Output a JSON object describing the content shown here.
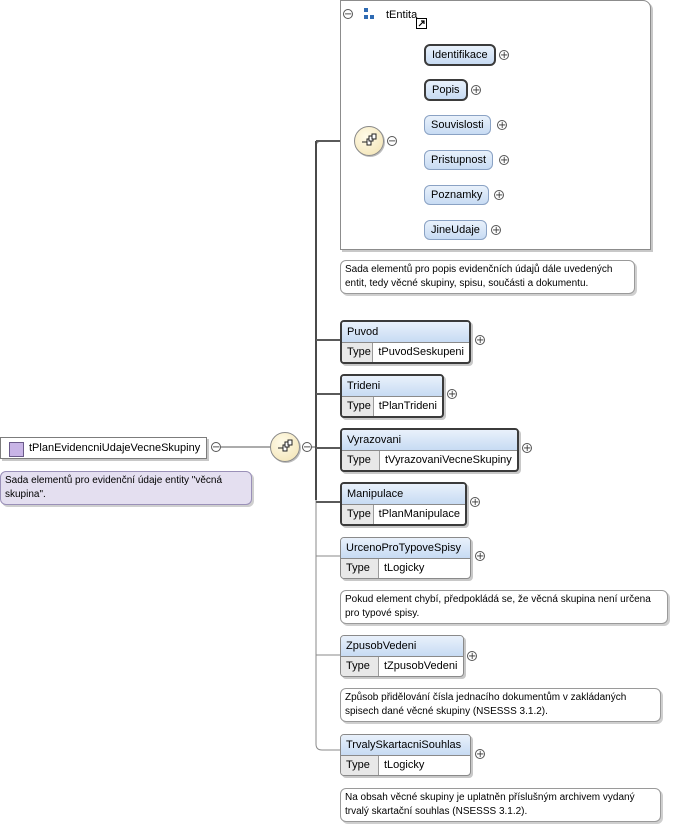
{
  "root": {
    "name": "tPlanEvidencniUdajeVecneSkupiny",
    "annotation": "Sada elementů pro evidenční údaje entity \"věcná skupina\"."
  },
  "group": {
    "name": "tEntita",
    "annotation": "Sada elementů pro popis evidenčních údajů dále uvedených entit, tedy věcné skupiny, spisu, součásti a dokumentu.",
    "items": [
      {
        "name": "Identifikace",
        "required": true
      },
      {
        "name": "Popis",
        "required": true
      },
      {
        "name": "Souvislosti",
        "required": false
      },
      {
        "name": "Pristupnost",
        "required": false
      },
      {
        "name": "Poznamky",
        "required": false
      },
      {
        "name": "JineUdaje",
        "required": false
      }
    ]
  },
  "type_label": "Type",
  "elements": [
    {
      "name": "Puvod",
      "type": "tPuvodSeskupeni",
      "required": true,
      "annotation": ""
    },
    {
      "name": "Trideni",
      "type": "tPlanTrideni",
      "required": true,
      "annotation": ""
    },
    {
      "name": "Vyrazovani",
      "type": "tVyrazovaniVecneSkupiny",
      "required": true,
      "annotation": ""
    },
    {
      "name": "Manipulace",
      "type": "tPlanManipulace",
      "required": true,
      "annotation": ""
    },
    {
      "name": "UrcenoProTypoveSpisy",
      "type": "tLogicky",
      "required": false,
      "annotation": "Pokud element chybí, předpokládá se, že věcná skupina není určena pro typové spisy."
    },
    {
      "name": "ZpusobVedeni",
      "type": "tZpusobVedeni",
      "required": false,
      "annotation": "Způsob přidělování čísla jednacího dokumentům v zakládaných spisech dané věcné skupiny (NSESSS 3.1.2)."
    },
    {
      "name": "TrvalySkartacniSouhlas",
      "type": "tLogicky",
      "required": false,
      "annotation": "Na obsah věcné skupiny je uplatněn příslušným archivem vydaný trvalý skartační souhlas (NSESSS 3.1.2)."
    }
  ],
  "icons": {
    "collapse": "minus-circle-icon",
    "expand": "plus-circle-icon",
    "sequence": "sequence-compositor-icon",
    "complex_type": "complex-type-icon",
    "link": "link-arrow-icon"
  }
}
